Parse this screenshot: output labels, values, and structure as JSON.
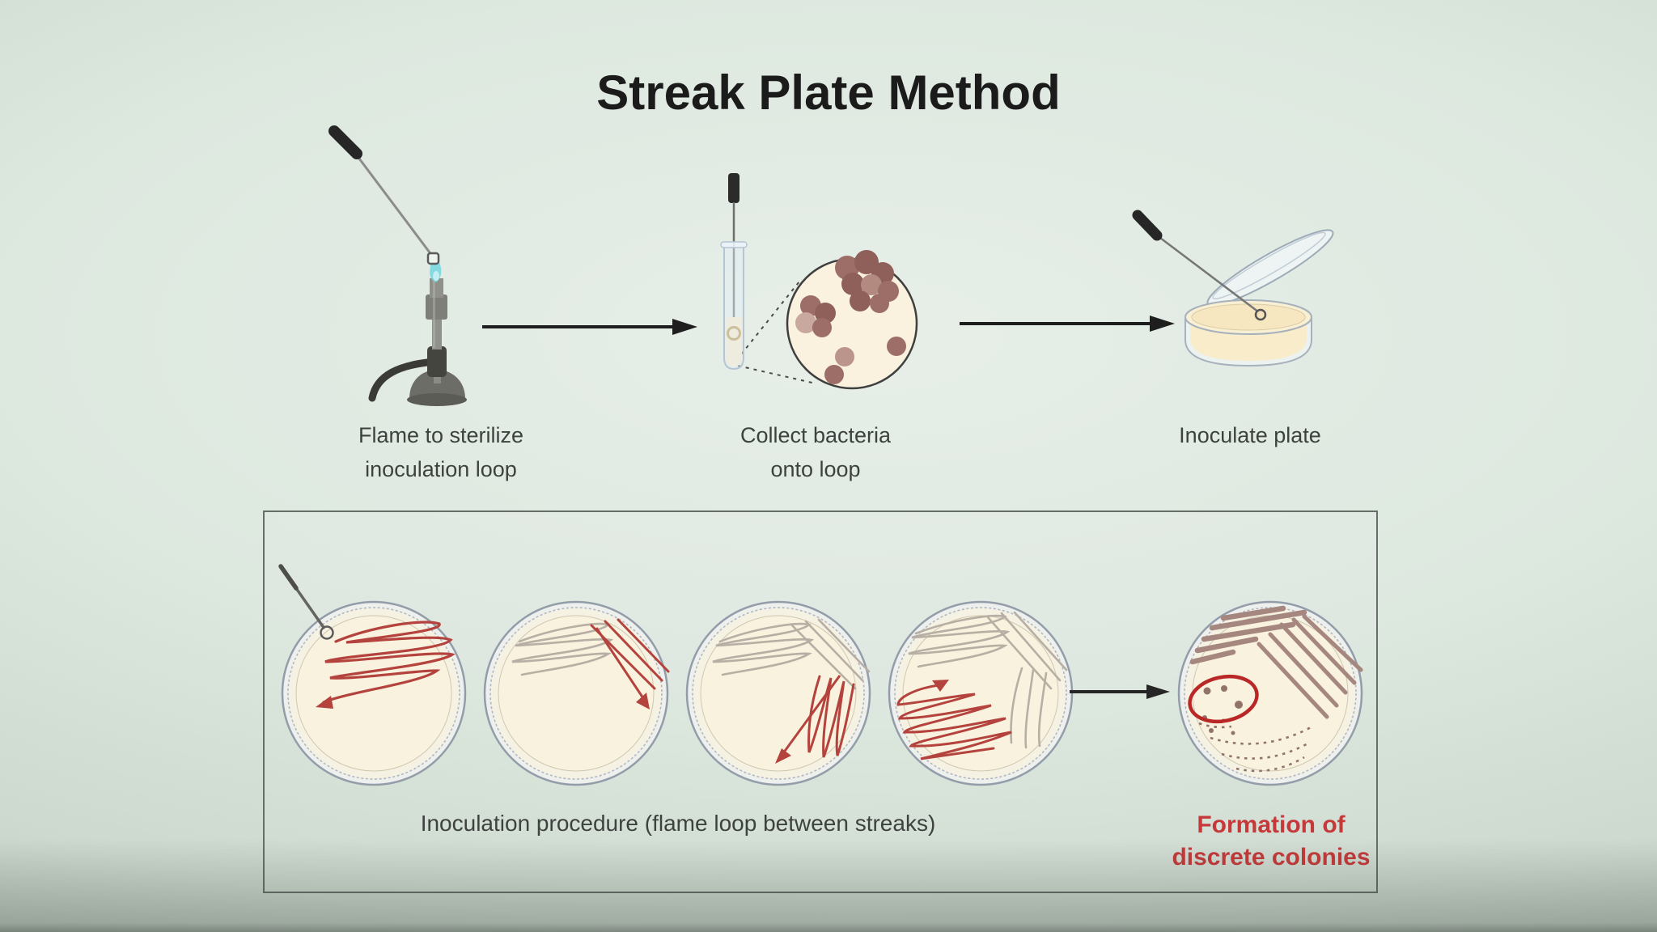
{
  "title": "Streak Plate Method",
  "colors": {
    "bg_center": "#e7efe8",
    "bg_edge": "#aab7ac",
    "title_color": "#1b1b1b",
    "caption": "#3e423f",
    "streak_red": "#b23c36",
    "streak_gray": "#b5aca1",
    "colony_brown": "#a3837a",
    "colony_dot": "#8d6e64",
    "agar": "#f9f2de",
    "dish_rim": "#8f9aa7",
    "result_red": "#c6393a",
    "arrow": "#1e1e1e",
    "flame_blue": "#7ad8e0",
    "circle_red": "#b81f1f"
  },
  "icons": {
    "bunsen_burner": "bunsen-burner-icon",
    "inoculation_loop": "inoculation-loop-icon",
    "test_tube": "test-tube-icon",
    "bacteria_view": "bacteria-magnified-circle",
    "petri_dish": "petri-dish-icon",
    "arrow": "arrow-right-icon"
  },
  "steps": [
    {
      "name": "flame-sterilize",
      "lines": [
        "Flame to sterilize",
        "inoculation loop"
      ]
    },
    {
      "name": "collect-bacteria",
      "lines": [
        "Collect bacteria",
        "onto loop"
      ]
    },
    {
      "name": "inoculate-plate",
      "lines": [
        "Inoculate plate"
      ]
    }
  ],
  "procedure": {
    "caption": "Inoculation procedure (flame loop between streaks)",
    "result": {
      "lines": [
        "Formation of",
        "discrete colonies"
      ]
    },
    "dishes": [
      {
        "description": "Plate 1 - first streak set (red) drawn with loop in upper left"
      },
      {
        "description": "Plate 2 - second streak set (red) drawn across faded first streaks"
      },
      {
        "description": "Plate 3 - third streak set (red) drawn across faded second streaks"
      },
      {
        "description": "Plate 4 - fourth streak set (red) zigzagging toward centre"
      },
      {
        "description": "Result plate - confluent growth thinning to discrete colonies, circled in red"
      }
    ]
  }
}
